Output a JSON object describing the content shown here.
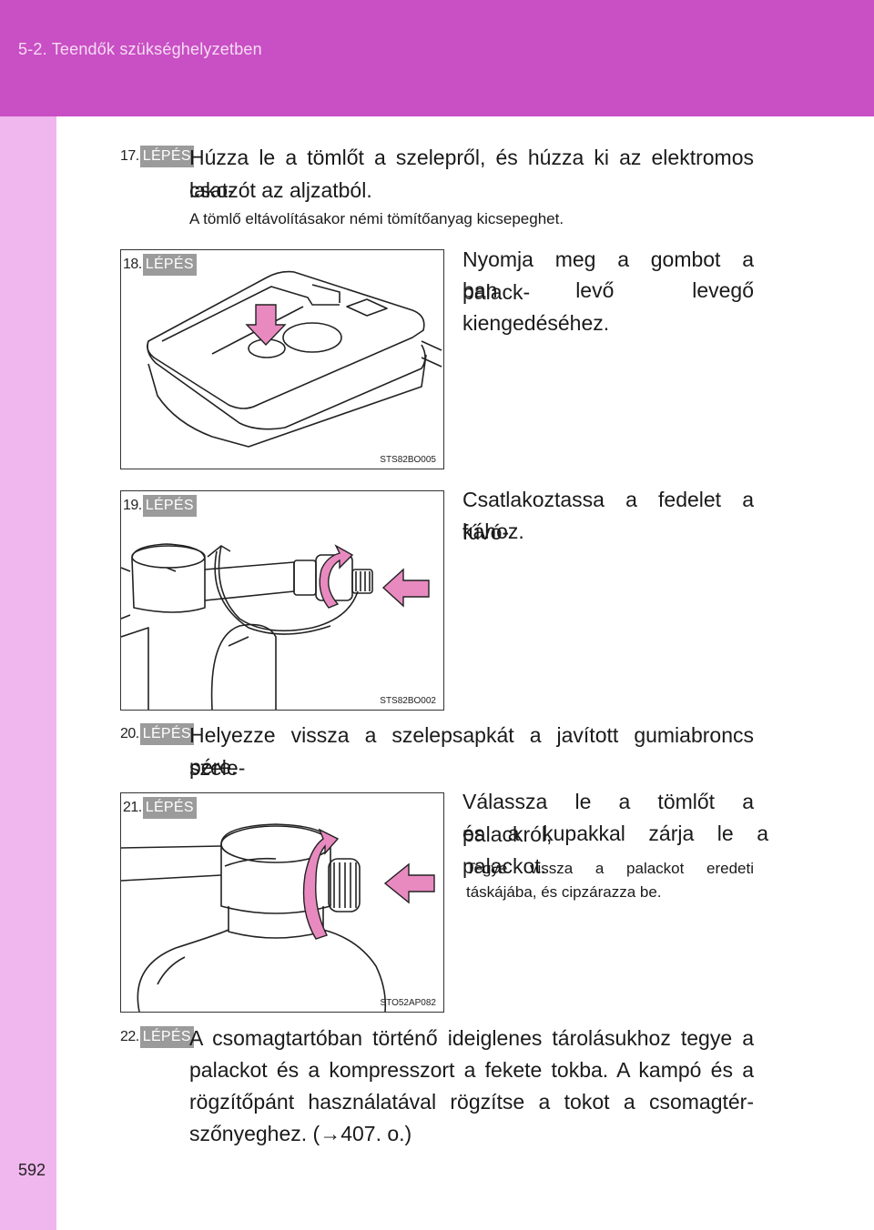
{
  "header": {
    "section": "5-2. Teendők szükséghelyzetben"
  },
  "page_number": "592",
  "step_label": "LÉPÉS",
  "steps": {
    "s17": {
      "num": "17.",
      "text_line1": "Húzza le a tömlőt a szelepről, és húzza ki az elektromos csat-",
      "text_line2": "lakozót az aljzatból.",
      "note": "A tömlő eltávolításakor némi tömítőanyag kicsepeghet."
    },
    "s18": {
      "num": "18.",
      "text_line1": "Nyomja meg a gombot a palack-",
      "text_line2": "ban levő levegő kiengedéséhez.",
      "figure_code": "STS82BO005"
    },
    "s19": {
      "num": "19.",
      "text_line1": "Csatlakoztassa a fedelet a fúvó-",
      "text_line2": "kához.",
      "figure_code": "STS82BO002"
    },
    "s20": {
      "num": "20.",
      "text_line1": "Helyezze vissza a szelepsapkát a javított gumiabroncs szele-",
      "text_line2": "pére."
    },
    "s21": {
      "num": "21.",
      "text_line1": "Válassza le a tömlőt a palackról,",
      "text_line2": "és a kupakkal zárja le a palackot.",
      "note_line1": "Tegye vissza a palackot eredeti",
      "note_line2": "táskájába, és cipzárazza be.",
      "figure_code": "STO52AP082"
    },
    "s22": {
      "num": "22.",
      "text_line1": "A csomagtartóban történő ideiglenes tárolásukhoz tegye a",
      "text_line2": "palackot és a kompresszort a fekete tokba. A kampó és a",
      "text_line3": "rögzítőpánt használatával rögzítse a tokot a csomagtér-",
      "text_line4": "szőnyeghez. (→407. o.)"
    }
  },
  "colors": {
    "header": "#c94fc4",
    "sidebar": "#f0b6ee",
    "arrow": "#e88ac0",
    "badge": "#9b9b9b"
  }
}
